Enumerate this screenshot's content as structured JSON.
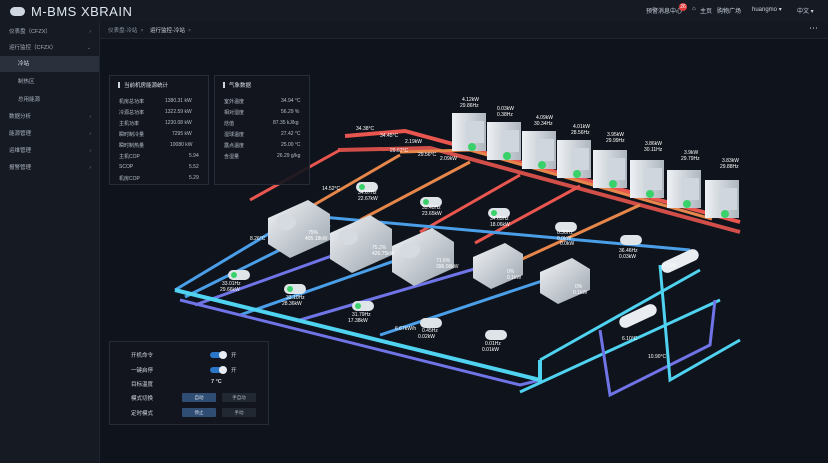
{
  "header": {
    "logo": "M-BMS XBRAIN",
    "alarm_label": "预警消息中心",
    "alarm_count": "26",
    "home_label": "主页",
    "shop_label": "购物广场",
    "user_name": "huangmo",
    "language": "中文"
  },
  "sidebar": {
    "items": [
      {
        "label": "仪表盘（CFZX）"
      },
      {
        "label": "运行监控（CFZX）"
      },
      {
        "label": "冷站"
      },
      {
        "label": "制热区"
      },
      {
        "label": "总用能源"
      },
      {
        "label": "数据分析"
      },
      {
        "label": "能源管理"
      },
      {
        "label": "运维管理"
      },
      {
        "label": "报警管理"
      }
    ]
  },
  "tabs": [
    {
      "label": "仪表盘-冷站"
    },
    {
      "label": "运行监控-冷站"
    }
  ],
  "stats_panel": {
    "title": "当前机房能源统计",
    "rows": [
      {
        "label": "机房总功率",
        "value": "1380.31 kW"
      },
      {
        "label": "冷源总功率",
        "value": "1322.59 kW"
      },
      {
        "label": "主机功率",
        "value": "1230.08 kW"
      },
      {
        "label": "瞬时制冷量",
        "value": "7295 kW"
      },
      {
        "label": "瞬时制热量",
        "value": "10080 kW"
      },
      {
        "label": "主机COP",
        "value": "5.94"
      },
      {
        "label": "SCOP",
        "value": "5.52"
      },
      {
        "label": "机房COP",
        "value": "5.29"
      }
    ]
  },
  "weather_panel": {
    "title": "气象数据",
    "rows": [
      {
        "label": "室外温度",
        "value": "34.94 °C"
      },
      {
        "label": "相对湿度",
        "value": "56.29 %"
      },
      {
        "label": "焓值",
        "value": "87.35 kJ/kg"
      },
      {
        "label": "湿球温度",
        "value": "27.42 °C"
      },
      {
        "label": "露点温度",
        "value": "25.00 °C"
      },
      {
        "label": "含湿量",
        "value": "26.29 g/kg"
      }
    ]
  },
  "control_panel": {
    "power_label": "开机命令",
    "power_state": "开",
    "onekey_label": "一键启停",
    "onekey_state": "开",
    "target_label": "目标温度",
    "target_value": "7 °C",
    "mode_label": "模式切换",
    "mode_auto": "自动",
    "mode_manual": "手自动",
    "timer_label": "定时模式",
    "timer_stop": "停止",
    "timer_manual": "手动"
  },
  "towers": [
    {
      "power": "4.12kW",
      "freq": "29.86Hz"
    },
    {
      "power": "0.03kW",
      "freq": "0.38Hz"
    },
    {
      "power": "4.09kW",
      "freq": "30.34Hz"
    },
    {
      "power": "4.01kW",
      "freq": "28.56Hz"
    },
    {
      "power": "3.95kW",
      "freq": "29.99Hz"
    },
    {
      "power": "3.86kW",
      "freq": "30.11Hz"
    },
    {
      "power": "3.9kW",
      "freq": "29.79Hz"
    },
    {
      "power": "3.83kW",
      "freq": "29.88Hz"
    }
  ],
  "chillers": [
    {
      "load": "75%",
      "power": "405.18kW"
    },
    {
      "load": "75.2%",
      "power": "426.75kW"
    },
    {
      "load": "71.6%",
      "power": "396.06kW"
    },
    {
      "load": "0%",
      "power": "0.1kW"
    },
    {
      "load": "0%",
      "power": "0.1kW"
    }
  ],
  "pumps_upper": [
    {
      "freq": "34.67Hz",
      "power": "22.67kW"
    },
    {
      "freq": "35.40Hz",
      "power": "23.65kW"
    },
    {
      "freq": "34.65Hz",
      "power": "18.06kW"
    },
    {
      "freq": "0.36Hz",
      "power": "0.0kW"
    },
    {
      "freq": "36.46Hz",
      "power": "0.03kW"
    }
  ],
  "pumps_lower": [
    {
      "freq": "33.01Hz",
      "power": "29.66kW"
    },
    {
      "freq": "33.10Hz",
      "power": "28.36kW"
    },
    {
      "freq": "31.79Hz",
      "power": "17.38kW"
    },
    {
      "freq": "0.45Hz",
      "power": "0.02kW"
    },
    {
      "freq": "0.01Hz",
      "power": "0.01kW"
    }
  ],
  "temps": {
    "supply_top": "34.38°C",
    "supply_top2": "34.45°C",
    "return_top": "29.67°C",
    "return_top2": "29.56°C",
    "chw_supply": "14.52°C",
    "chw_return": "8.26°C",
    "hx_left": "6.10°C",
    "hx_right": "10.90°C",
    "hx_ratio": "0.73%"
  },
  "flows": {
    "main": "2.19kW",
    "main2": "2.09kW",
    "mid": "0.0kW",
    "lower": "6.67kW/h"
  },
  "colors": {
    "hot_pipe": "#e8564f",
    "warm_pipe": "#e6864a",
    "cold_pipe": "#4a9fe8",
    "cyan_pipe": "#4fd3f0",
    "purple_pipe": "#6f74e6",
    "accent": "#2c76c9"
  }
}
